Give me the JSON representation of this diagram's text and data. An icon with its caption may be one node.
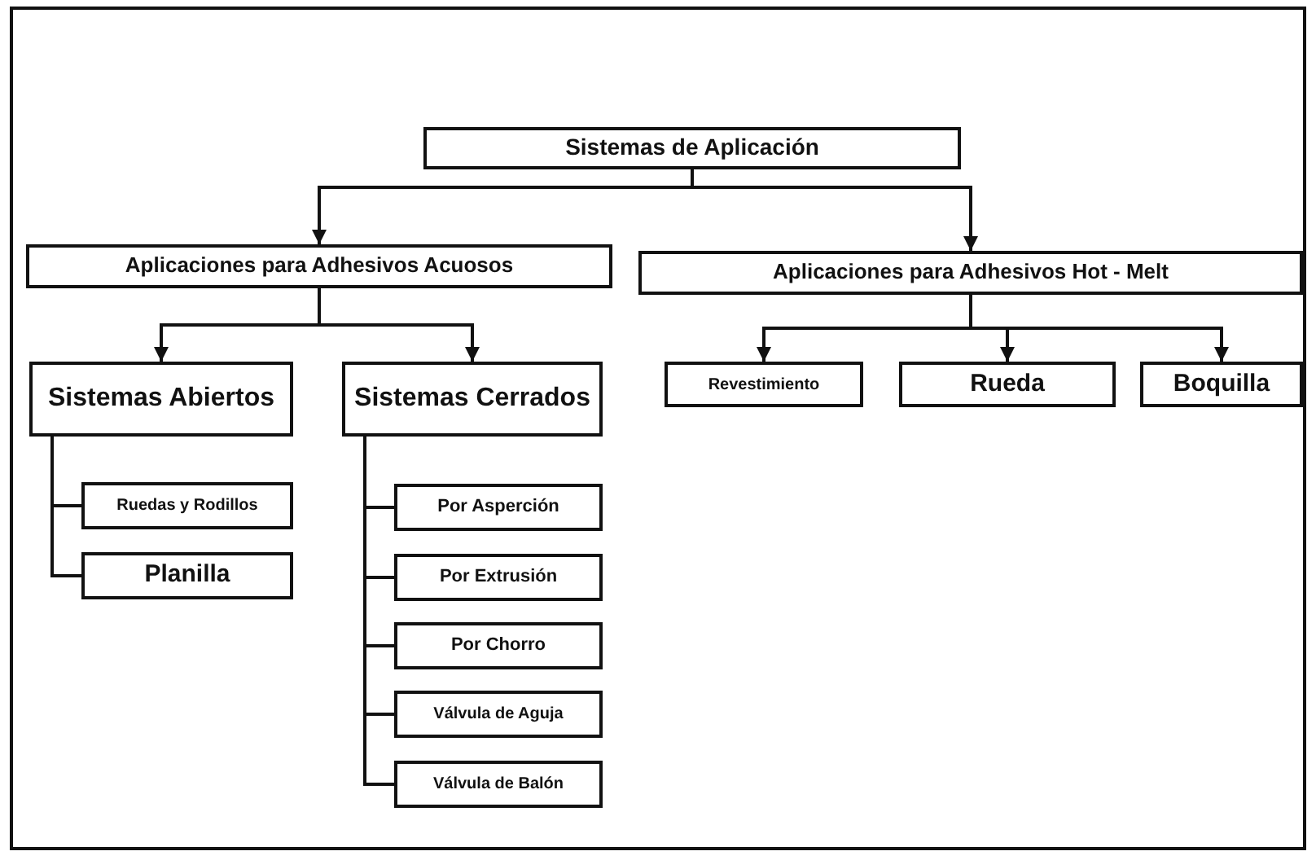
{
  "diagram": {
    "nodes": [
      {
        "text": [
          "Sistemas de Aplicación"
        ]
      },
      {
        "text": [
          "Aplicaciones para Adhesivos Acuosos"
        ]
      },
      {
        "text": [
          "Aplicaciones para Adhesivos Hot - Melt"
        ]
      },
      {
        "text": [
          "Sistemas Abiertos"
        ]
      },
      {
        "text": [
          "Sistemas Cerrados"
        ]
      },
      {
        "text": [
          "Revestimiento"
        ]
      },
      {
        "text": [
          "Rueda"
        ]
      },
      {
        "text": [
          "Boquilla"
        ]
      },
      {
        "text": [
          "Ruedas y Rodillos"
        ]
      },
      {
        "text": [
          "Planilla"
        ]
      },
      {
        "text": [
          "Por Asperción"
        ]
      },
      {
        "text": [
          "Por Extrusión"
        ]
      },
      {
        "text": [
          "Por Chorro"
        ]
      },
      {
        "text": [
          "Válvula de Aguja"
        ]
      },
      {
        "text": [
          "Válvula de Balón"
        ]
      }
    ],
    "edges": [
      {
        "from": 0,
        "to": 1,
        "arrow": "to"
      },
      {
        "from": 0,
        "to": 2,
        "arrow": "to"
      },
      {
        "from": 1,
        "to": 3,
        "arrow": "to"
      },
      {
        "from": 1,
        "to": 4,
        "arrow": "to"
      },
      {
        "from": 2,
        "to": 5,
        "arrow": "to"
      },
      {
        "from": 2,
        "to": 6,
        "arrow": "to"
      },
      {
        "from": 2,
        "to": 7,
        "arrow": "to"
      },
      {
        "from": 3,
        "to": 8,
        "arrow": "none"
      },
      {
        "from": 3,
        "to": 9,
        "arrow": "none"
      },
      {
        "from": 4,
        "to": 10,
        "arrow": "none"
      },
      {
        "from": 4,
        "to": 11,
        "arrow": "none"
      },
      {
        "from": 4,
        "to": 12,
        "arrow": "none"
      },
      {
        "from": 4,
        "to": 13,
        "arrow": "none"
      },
      {
        "from": 4,
        "to": 14,
        "arrow": "none"
      }
    ]
  }
}
